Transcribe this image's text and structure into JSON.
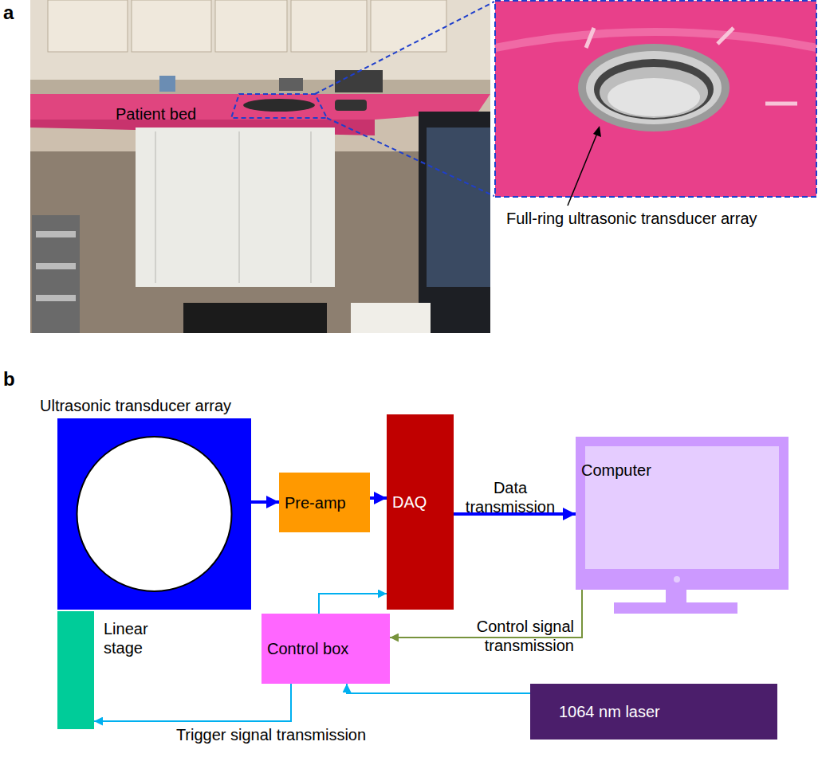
{
  "diagram": {
    "nodes": [
      {
        "text": [
          "Ultrasonic transducer array"
        ]
      },
      {
        "text": [
          "Pre-amp"
        ]
      },
      {
        "text": [
          "DAQ"
        ]
      },
      {
        "text": [
          "Computer"
        ]
      },
      {
        "text": [
          "Linear stage"
        ]
      },
      {
        "text": [
          "Control box"
        ]
      },
      {
        "text": [
          "1064 nm laser"
        ]
      }
    ],
    "edges": [
      {
        "from": 0,
        "to": 1,
        "arrow": "to"
      },
      {
        "from": 1,
        "to": 2,
        "arrow": "to"
      },
      {
        "from": 2,
        "to": 3,
        "label": "Data transmission",
        "arrow": "to"
      },
      {
        "from": 3,
        "to": 5,
        "label": "Control signal transmission",
        "arrow": "to"
      },
      {
        "from": 5,
        "to": 2,
        "arrow": "to"
      },
      {
        "from": 5,
        "to": 4,
        "label": "Trigger signal transmission",
        "arrow": "to"
      },
      {
        "from": 6,
        "to": 5,
        "arrow": "to"
      }
    ],
    "labels": [
      "a",
      "Patient bed",
      "Full-ring ultrasonic transducer array",
      "b"
    ]
  }
}
